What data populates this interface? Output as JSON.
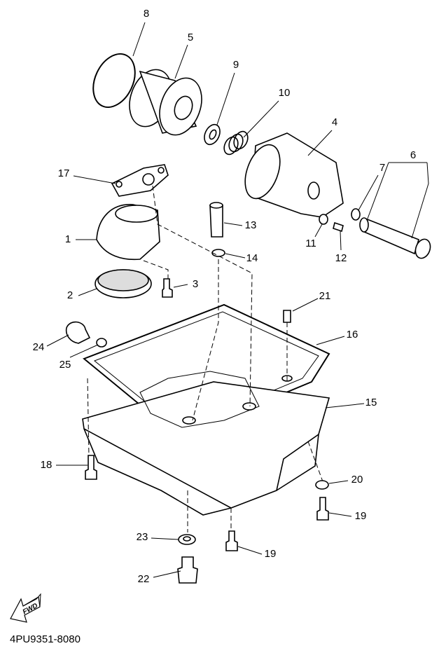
{
  "diagram": {
    "part_labels": [
      "8",
      "5",
      "9",
      "10",
      "4",
      "6",
      "7",
      "17",
      "13",
      "14",
      "1",
      "11",
      "12",
      "3",
      "2",
      "21",
      "16",
      "24",
      "25",
      "15",
      "18",
      "20",
      "19",
      "23",
      "19",
      "22"
    ],
    "fwd_label": "FWD",
    "diagram_code": "4PU9351-8080"
  }
}
